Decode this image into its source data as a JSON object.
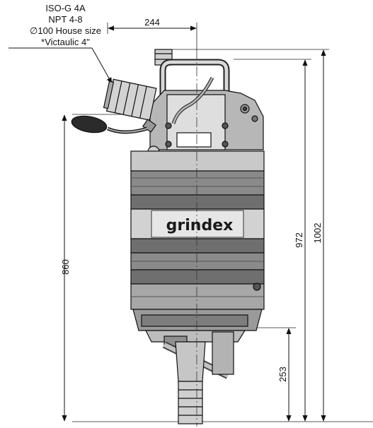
{
  "connection_note": {
    "lines": [
      "ISO-G 4A",
      "NPT 4-8",
      "∅100 House size",
      "*Victaulic 4\""
    ]
  },
  "dimensions": {
    "top_width": "244",
    "overall_height_left": "860",
    "height_972": "972",
    "height_1002": "1002",
    "bottom_height": "253"
  },
  "brand": "grindex"
}
